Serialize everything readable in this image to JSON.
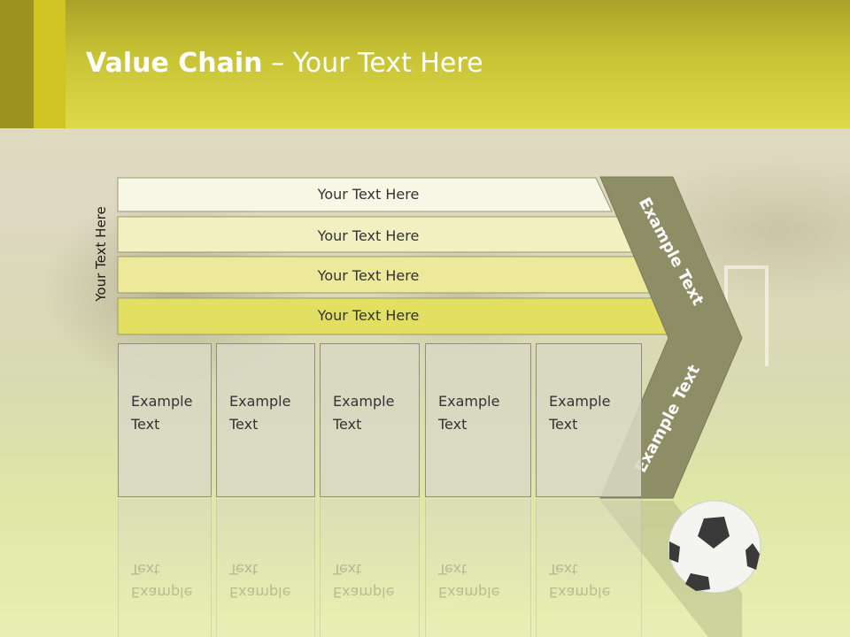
{
  "slide": {
    "title_bold": "Value Chain",
    "title_rest": " – Your Text Here",
    "side_label": "Your Text Here"
  },
  "bars": [
    {
      "label": "Your Text Here",
      "color": "#f7f7e6"
    },
    {
      "label": "Your Text Here",
      "color": "#f2f0c0"
    },
    {
      "label": "Your Text Here",
      "color": "#ece99a"
    },
    {
      "label": "Your Text Here",
      "color": "#e3df62"
    }
  ],
  "boxes": [
    {
      "line1": "Example",
      "line2": "Text"
    },
    {
      "line1": "Example",
      "line2": "Text"
    },
    {
      "line1": "Example",
      "line2": "Text"
    },
    {
      "line1": "Example",
      "line2": "Text"
    },
    {
      "line1": "Example",
      "line2": "Text"
    }
  ],
  "chevron": {
    "top_label": "Example Text",
    "bottom_label": "Example Text",
    "color": "#8d8d66"
  }
}
